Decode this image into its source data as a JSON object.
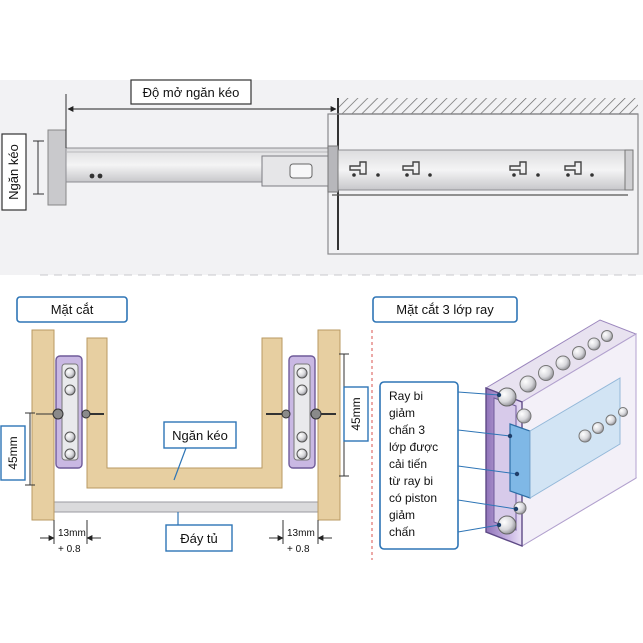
{
  "top": {
    "opening_label": "Độ mở ngăn kéo",
    "drawer_height_label": "Ngăn kéo"
  },
  "section": {
    "title": "Mặt cắt",
    "drawer_label": "Ngăn kéo",
    "bottom_label": "Đáy tủ",
    "height_left": "45mm",
    "height_right": "45mm",
    "gap_left_main": "13mm",
    "gap_left_tol": "+ 0.8",
    "gap_right_main": "13mm",
    "gap_right_tol": "+ 0.8"
  },
  "rail3": {
    "title": "Mặt cắt 3 lớp ray",
    "desc_lines": [
      "Ray bi",
      "giảm",
      "chấn 3",
      "lớp được",
      "cải tiến",
      "từ ray bi",
      "có piston",
      "giảm",
      "chấn"
    ]
  },
  "colors": {
    "wood": "#e7cfa1",
    "wood_edge": "#b99a62",
    "rail_purple": "#b79cd6",
    "label_border": "#2e75b6",
    "top_bg": "#f2f2f4"
  }
}
